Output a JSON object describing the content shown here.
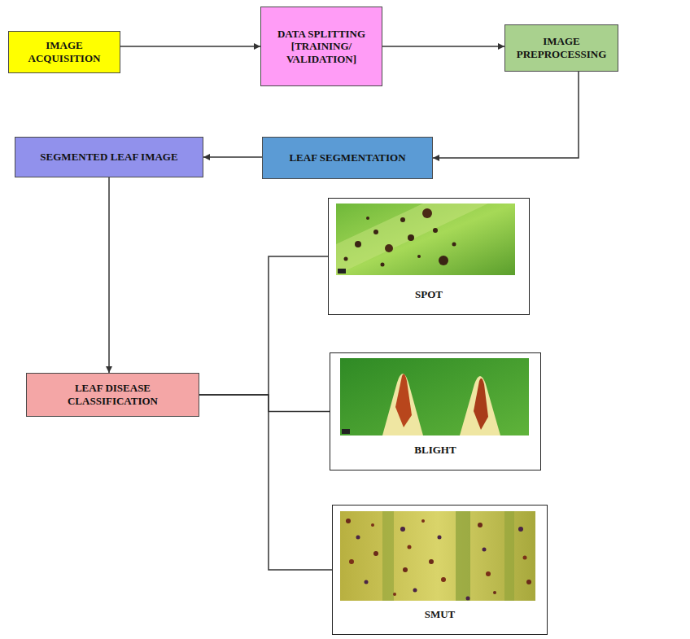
{
  "diagram": {
    "nodes": [
      {
        "text": [
          "IMAGE ACQUISITION"
        ]
      },
      {
        "text": [
          "DATA SPLITTING [TRAINING/ VALIDATION]"
        ]
      },
      {
        "text": [
          "IMAGE PREPROCESSING"
        ]
      },
      {
        "text": [
          "SEGMENTED LEAF IMAGE"
        ]
      },
      {
        "text": [
          "LEAF SEGMENTATION"
        ]
      },
      {
        "text": [
          "LEAF DISEASE CLASSIFICATION"
        ]
      },
      {
        "text": [
          "SPOT"
        ]
      },
      {
        "text": [
          "BLIGHT"
        ]
      },
      {
        "text": [
          "SMUT"
        ]
      }
    ],
    "edges": [
      {
        "from": 0,
        "to": 1,
        "arrow": "to"
      },
      {
        "from": 1,
        "to": 2,
        "arrow": "to"
      },
      {
        "from": 2,
        "to": 4,
        "arrow": "to"
      },
      {
        "from": 4,
        "to": 3,
        "arrow": "to"
      },
      {
        "from": 3,
        "to": 5,
        "arrow": "to"
      },
      {
        "from": 5,
        "to": 6,
        "arrow": "none"
      },
      {
        "from": 5,
        "to": 7,
        "arrow": "none"
      },
      {
        "from": 5,
        "to": 8,
        "arrow": "none"
      }
    ]
  }
}
